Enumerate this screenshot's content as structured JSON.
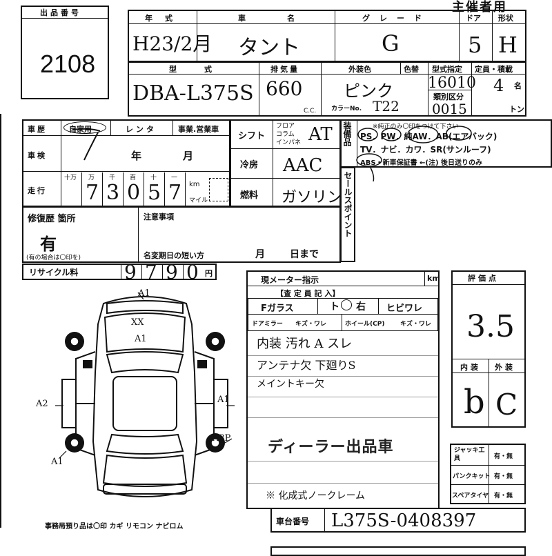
{
  "lot": {
    "label": "出品番号",
    "number": "2108"
  },
  "header": {
    "owner_label": "主催者用",
    "year_label": "年式",
    "name_label": "車名",
    "grade_label": "グレード",
    "door_label": "ドア",
    "shape_label": "形状",
    "year_value": "H23/2月",
    "name_value": "タント",
    "grade_value": "G",
    "door_value": "5",
    "shape_value": "H"
  },
  "spec": {
    "type_label": "型式",
    "displacement_label": "排気量",
    "exterior_color_label": "外装色",
    "color_tone_label": "色替",
    "type_designation_label": "型式指定",
    "category_label": "類別区分",
    "capacity_label": "定員・積載",
    "type_value": "DBA-L375S",
    "displacement_value": "660",
    "cc_unit": "C.C.",
    "color_value": "ピンク",
    "color_no_label": "カラーNo.",
    "color_no_value": "T22",
    "designation_value": "16010",
    "category_value": "0015",
    "capacity_value": "4",
    "capacity_unit_a": "名",
    "capacity_unit_b": "トン"
  },
  "history": {
    "label": "車歴",
    "private": "自家用",
    "rental": "レンタ",
    "business": "事業.営業車",
    "inspection_label": "車検",
    "year_unit": "年",
    "month_unit": "月",
    "mileage_label": "走行",
    "digit_labels": [
      "十万",
      "万",
      "千",
      "百",
      "十",
      "一"
    ],
    "mileage_digits": [
      "",
      "7",
      "3",
      "0",
      "5",
      "7"
    ],
    "km_label": "km",
    "mile_label": "マイル"
  },
  "shift": {
    "label": "シフト",
    "options": [
      "フロア",
      "コラム",
      "インパネ"
    ],
    "value": "AT",
    "ac_label": "冷房",
    "ac_value": "AAC",
    "fuel_label": "燃料",
    "fuel_value": "ガソリン"
  },
  "equipment": {
    "label": "装備品",
    "note": "※純正のみ〇印をつけて下さい",
    "line1": "PS．PW．純AW．AB(エアバック)",
    "line2": "TV．ナビ．カワ．SR(サンルーフ)",
    "line3": "ABS・新車保証書 ←(注) 後日送りのみ"
  },
  "sales_point": {
    "label": "セールスポイント"
  },
  "repair": {
    "label": "修復歴 箇所",
    "value": "有",
    "note": "(有の場合は〇印を)",
    "caution_label": "注意事項",
    "rename_label": "名変期日の短い方",
    "month_unit": "月",
    "day_unit": "日まで"
  },
  "recycle": {
    "label": "リサイクル料",
    "digits": [
      "9",
      "7",
      "9",
      "0"
    ],
    "unit": "円"
  },
  "meter": {
    "label": "現メーター指示",
    "unit": "km"
  },
  "inspector": {
    "title": "【査 定 員 記 入】",
    "fglass_label": "Fガラス",
    "fglass_value": "ト",
    "fglass_value2": "右",
    "fglass_crack": "ヒビワレ",
    "mirror_label": "ドアミラー",
    "mirror_value": "キズ・ワレ",
    "wheel_label": "ホイール(CP)",
    "wheel_value": "キズ・ワレ",
    "notes": [
      "内装 汚れ A スレ",
      "アンテナ欠   下廻りS",
      "メイントキー欠"
    ],
    "dealer_stamp": "ディーラー出品車",
    "footer_note": "※ 化成式ノークレーム"
  },
  "rating": {
    "label": "評価点",
    "score": "3.5",
    "interior_label": "内装",
    "exterior_label": "外装",
    "interior_value": "b",
    "exterior_value": "C"
  },
  "tools": {
    "jack_label": "ジャッキ工具",
    "puncture_label": "パンクキット",
    "spare_label": "スペアタイヤ",
    "yes_no": "有・無"
  },
  "chassis": {
    "label": "車台番号",
    "value": "L375S-0408397"
  },
  "diagram": {
    "marks": [
      "A1",
      "XX",
      "A1",
      "A2",
      "A1",
      "A3P",
      "A1"
    ],
    "footer": "事務局預り品は〇印   カギ  リモコン  ナビロム"
  }
}
